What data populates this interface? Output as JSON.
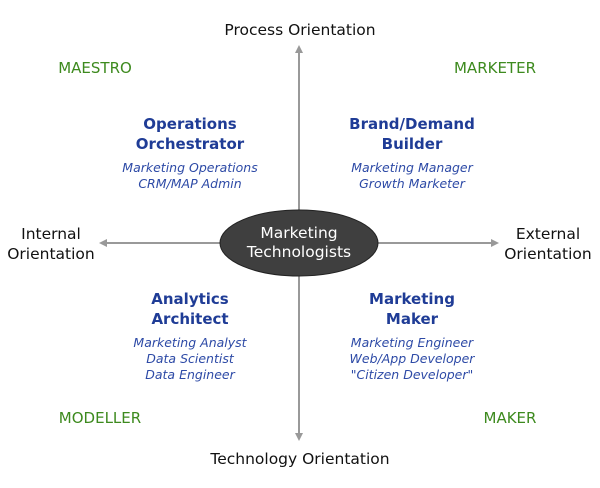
{
  "axes": {
    "top": "Process Orientation",
    "bottom": "Technology Orientation",
    "left": [
      "Internal",
      "Orientation"
    ],
    "right": [
      "External",
      "Orientation"
    ]
  },
  "center": [
    "Marketing",
    "Technologists"
  ],
  "quadrants": {
    "top_left": {
      "label": "MAESTRO",
      "title": [
        "Operations",
        "Orchestrator"
      ],
      "roles": [
        "Marketing Operations",
        "CRM/MAP Admin"
      ]
    },
    "top_right": {
      "label": "MARKETER",
      "title": [
        "Brand/Demand",
        "Builder"
      ],
      "roles": [
        "Marketing Manager",
        "Growth Marketer"
      ]
    },
    "bottom_left": {
      "label": "MODELLER",
      "title": [
        "Analytics",
        "Architect"
      ],
      "roles": [
        "Marketing Analyst",
        "Data Scientist",
        "Data Engineer"
      ]
    },
    "bottom_right": {
      "label": "MAKER",
      "title": [
        "Marketing",
        "Maker"
      ],
      "roles": [
        "Marketing Engineer",
        "Web/App Developer",
        "\"Citizen Developer\""
      ]
    }
  },
  "colors": {
    "quadrant_label": "#3d8a1e",
    "role_title": "#1f3c96",
    "axis": "#999999",
    "center_fill": "#3f3f3f"
  }
}
